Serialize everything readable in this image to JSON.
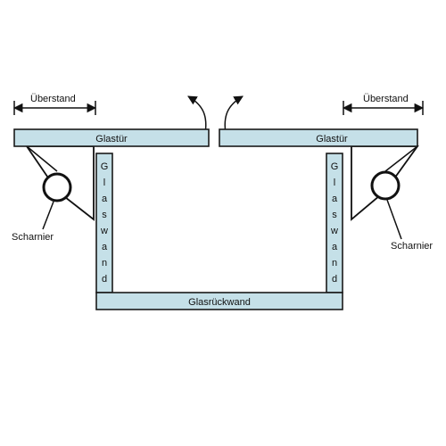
{
  "labels": {
    "ueberstand_left": "Überstand",
    "ueberstand_right": "Überstand",
    "glastuer_left": "Glastür",
    "glastuer_right": "Glastür",
    "glaswand_left": [
      "G",
      "l",
      "a",
      "s",
      "w",
      "a",
      "n",
      "d"
    ],
    "glaswand_right": [
      "G",
      "l",
      "a",
      "s",
      "w",
      "a",
      "n",
      "d"
    ],
    "glasrueckwand": "Glasrückwand",
    "scharnier_left": "Scharnier",
    "scharnier_right": "Scharnier"
  },
  "colors": {
    "glass_fill": "#c5e0e8",
    "outline": "#1a1a1a",
    "background": "#ffffff"
  }
}
